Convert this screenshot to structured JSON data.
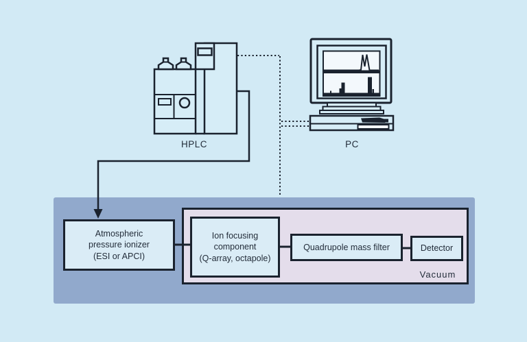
{
  "labels": {
    "hplc": "HPLC",
    "pc": "PC",
    "vacuum": "Vacuum"
  },
  "boxes": {
    "ionizer": {
      "lines": [
        "Atmospheric",
        "pressure ionizer",
        "(ESI or APCI)"
      ]
    },
    "ion_focusing": {
      "lines": [
        "Ion focusing",
        "component",
        "(Q-array, octapole)"
      ]
    },
    "quadrupole": {
      "label": "Quadrupole mass filter"
    },
    "detector": {
      "label": "Detector"
    }
  },
  "icons": {
    "hplc_illustration": "hplc-instrument-icon",
    "pc_illustration": "desktop-computer-icon",
    "flow_arrow": "down-arrow-icon"
  },
  "colors": {
    "background": "#d2eaf5",
    "panel": "#91a9cc",
    "vacuum_fill": "#e4ddeb",
    "box_fill": "#daecf6",
    "ink": "#1a222e"
  }
}
